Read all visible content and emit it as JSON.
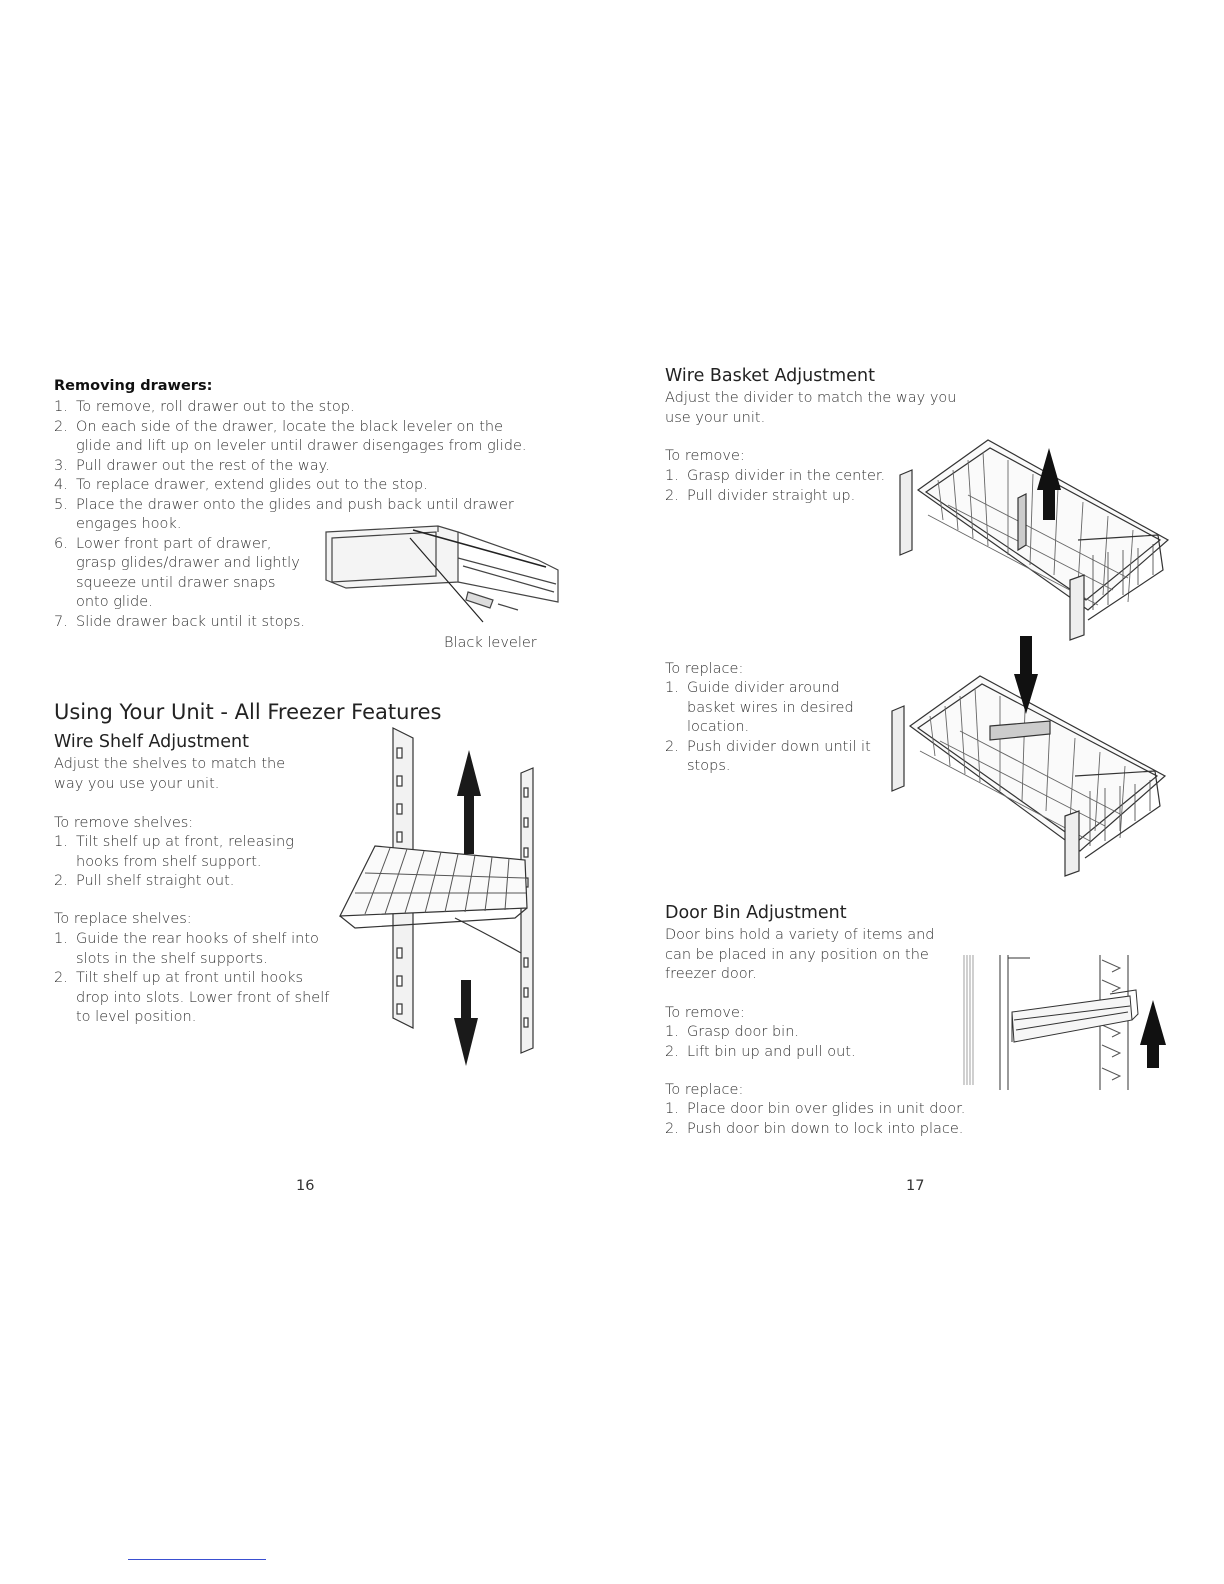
{
  "left_page": {
    "removing_drawers": {
      "heading": "Removing drawers:",
      "steps": [
        {
          "n": "1.",
          "text": "To remove, roll drawer out to the stop."
        },
        {
          "n": "2.",
          "text": "On each side of the drawer, locate the black leveler on the glide and lift up on leveler until drawer disengages from glide."
        },
        {
          "n": "3.",
          "text": "Pull drawer out the rest of the way."
        },
        {
          "n": "4.",
          "text": "To replace drawer, extend glides out to the stop."
        },
        {
          "n": "5.",
          "text": "Place the drawer onto the glides and push back until drawer engages hook."
        },
        {
          "n": "6.",
          "text": "Lower front part of drawer, grasp glides/drawer and lightly squeeze until drawer snaps onto glide."
        },
        {
          "n": "7.",
          "text": "Slide drawer back until it stops."
        }
      ],
      "callout": "Black leveler"
    },
    "section_title": "Using Your Unit - All Freezer Features",
    "wire_shelf": {
      "heading": "Wire Shelf Adjustment",
      "intro": "Adjust the shelves to match the way you use your unit.",
      "remove_label": "To remove shelves:",
      "remove_steps": [
        {
          "n": "1.",
          "text": "Tilt shelf up at front, releasing hooks from shelf support."
        },
        {
          "n": "2.",
          "text": "Pull shelf straight out."
        }
      ],
      "replace_label": "To replace shelves:",
      "replace_steps": [
        {
          "n": "1.",
          "text": "Guide the rear hooks of shelf into slots in the shelf supports."
        },
        {
          "n": "2.",
          "text": "Tilt shelf up at front until hooks drop into slots.  Lower front of shelf to level position."
        }
      ]
    },
    "page_number": "16"
  },
  "right_page": {
    "wire_basket": {
      "heading": "Wire Basket Adjustment",
      "intro": "Adjust the divider to match the way you use your unit.",
      "remove_label": "To remove:",
      "remove_steps": [
        {
          "n": "1.",
          "text": "Grasp divider in the center."
        },
        {
          "n": "2.",
          "text": "Pull divider straight up."
        }
      ],
      "replace_label": "To replace:",
      "replace_steps": [
        {
          "n": "1.",
          "text": "Guide divider around basket wires in desired location."
        },
        {
          "n": "2.",
          "text": "Push divider down until it stops."
        }
      ]
    },
    "door_bin": {
      "heading": "Door Bin Adjustment",
      "intro": "Door bins hold a variety of items and can be placed in any position on the freezer door.",
      "remove_label": "To remove:",
      "remove_steps": [
        {
          "n": "1.",
          "text": "Grasp door bin."
        },
        {
          "n": "2.",
          "text": "Lift bin up and pull out."
        }
      ],
      "replace_label": "To replace:",
      "replace_steps": [
        {
          "n": "1.",
          "text": "Place door bin over glides in unit door."
        },
        {
          "n": "2.",
          "text": "Push door bin down to lock into place."
        }
      ]
    },
    "page_number": "17"
  },
  "icons": [
    "drawer-illustration",
    "shelf-illustration",
    "basket-remove-illustration",
    "basket-replace-illustration",
    "door-bin-illustration",
    "arrow-up-icon",
    "arrow-down-icon"
  ]
}
